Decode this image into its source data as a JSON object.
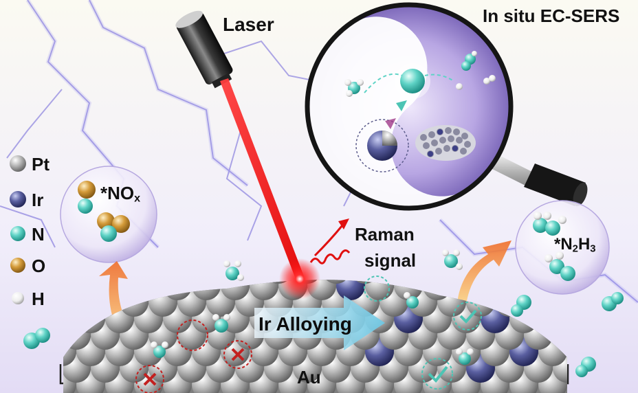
{
  "labels": {
    "laser": "Laser",
    "in_situ": "In situ EC-SERS",
    "raman_line1": "Raman",
    "raman_line2": "signal",
    "ir_alloying": "Ir Alloying",
    "au": "Au",
    "nox_main": "*NO",
    "nox_sub": "x",
    "n2h3_prefix": "*N",
    "n2h3_sub1": "2",
    "n2h3_mid": "H",
    "n2h3_sub2": "3"
  },
  "legend": [
    {
      "symbol": "Pt",
      "color": "#9a9a9a"
    },
    {
      "symbol": "Ir",
      "color": "#3a3f7a"
    },
    {
      "symbol": "N",
      "color": "#46c9bd"
    },
    {
      "symbol": "O",
      "color": "#c9922b"
    },
    {
      "symbol": "H",
      "color": "#f4f4f4"
    }
  ],
  "colors": {
    "laser_beam": "#ff1a1a",
    "substrate_au": "#d8e23a",
    "magnifier_purple": "#7b63b8",
    "arrow_orange": "#f07b28",
    "check_teal": "#4cc4b4",
    "cross_red": "#c3201f"
  }
}
